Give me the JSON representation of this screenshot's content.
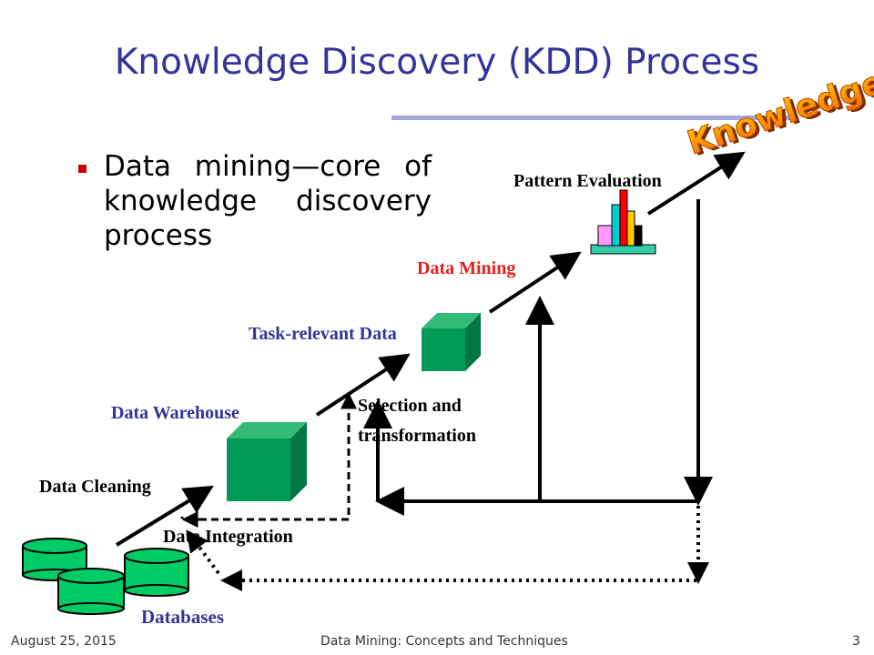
{
  "slide": {
    "title": "Knowledge Discovery (KDD) Process",
    "bullet": "Data mining—core of knowledge discovery process"
  },
  "diagram": {
    "labels": {
      "databases": "Databases",
      "data_cleaning": "Data Cleaning",
      "data_integration": "Data Integration",
      "data_warehouse": "Data Warehouse",
      "selection": "Selection and",
      "transformation": "transformation",
      "task_relevant": "Task-relevant Data",
      "data_mining": "Data Mining",
      "pattern_evaluation": "Pattern Evaluation",
      "knowledge": "Knowledge"
    },
    "colors": {
      "title": "#333399",
      "cube_green": "#009966",
      "cylinder_green": "#00cc66",
      "bullet_red": "#cc0000",
      "knowledge_orange": "#ff9900"
    },
    "icons": [
      "database-cylinder",
      "data-cube",
      "bar-chart-icon",
      "knowledge-wordart"
    ]
  },
  "footer": {
    "date": "August 25, 2015",
    "center": "Data Mining: Concepts and Techniques",
    "page": "3"
  }
}
